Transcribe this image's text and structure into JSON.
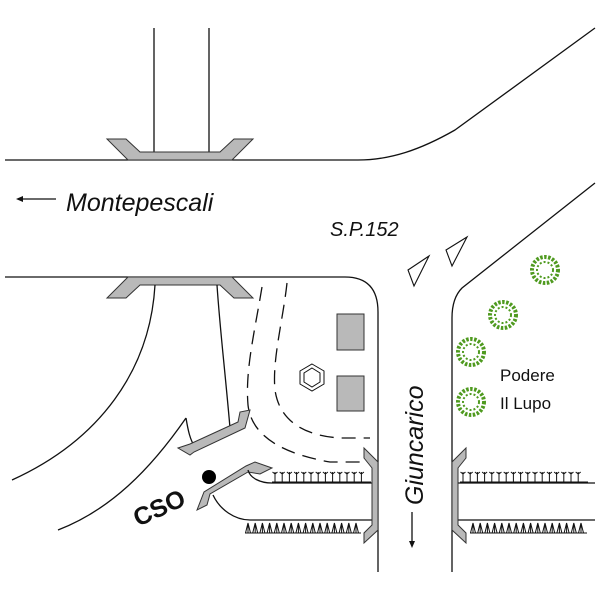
{
  "map": {
    "labels": {
      "montepescali": "Montepescali",
      "sp152": "S.P.152",
      "giuncarico": "Giuncarico",
      "podere_line1": "Podere",
      "podere_line2": "Il Lupo",
      "cso": "CSO"
    },
    "colors": {
      "line": "#111111",
      "structure_fill": "#b9b9b9",
      "tree": "#4f9a1f",
      "cso_point": "#000000"
    },
    "features": {
      "trees_count": 4,
      "buildings_count": 2,
      "bridges_count": 6,
      "hexagon_symbol": "hexagon-marker",
      "direction_arrows": [
        "arrow-left",
        "arrow-down"
      ]
    }
  }
}
